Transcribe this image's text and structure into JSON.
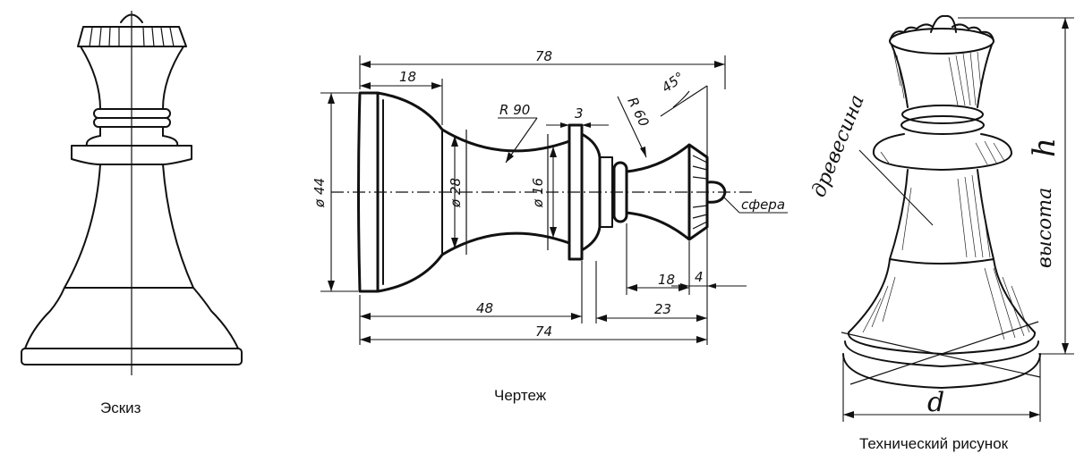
{
  "captions": {
    "sketch": "Эскиз",
    "drawing": "Чертеж",
    "technical": "Технический рисунок"
  },
  "drawing": {
    "dims": {
      "total_length": "78",
      "base_width": "18",
      "radius_large": "R 90",
      "collar": "3",
      "radius_small": "R 60",
      "angle": "45°",
      "diameter_base": "ø 44",
      "diameter_mid": "ø 28",
      "diameter_neck": "ø 16",
      "sphere": "сфера",
      "len_48": "48",
      "len_74": "74",
      "len_18": "18",
      "len_23": "23",
      "len_4": "4"
    }
  },
  "technical": {
    "material": "древесина",
    "height_label": "высота",
    "h": "h",
    "d": "d"
  }
}
